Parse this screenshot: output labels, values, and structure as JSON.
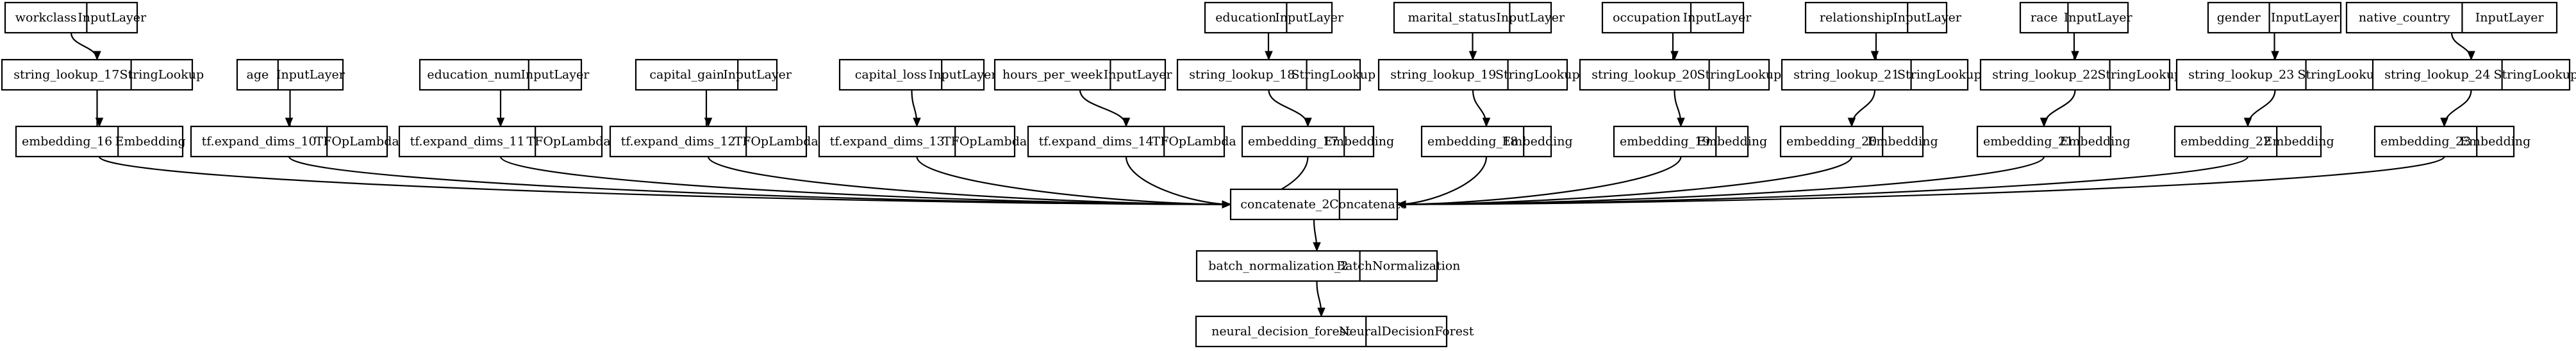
{
  "nodes": [
    {
      "id": "workclass",
      "name": "workclass",
      "type": "InputLayer"
    },
    {
      "id": "string_lookup_17",
      "name": "string_lookup_17",
      "type": "StringLookup"
    },
    {
      "id": "embedding_16",
      "name": "embedding_16",
      "type": "Embedding"
    },
    {
      "id": "age",
      "name": "age",
      "type": "InputLayer"
    },
    {
      "id": "tf_expand_dims_10",
      "name": "tf.expand_dims_10",
      "type": "TFOpLambda"
    },
    {
      "id": "education_num",
      "name": "education_num",
      "type": "InputLayer"
    },
    {
      "id": "tf_expand_dims_11",
      "name": "tf.expand_dims_11",
      "type": "TFOpLambda"
    },
    {
      "id": "capital_gain",
      "name": "capital_gain",
      "type": "InputLayer"
    },
    {
      "id": "tf_expand_dims_12",
      "name": "tf.expand_dims_12",
      "type": "TFOpLambda"
    },
    {
      "id": "capital_loss",
      "name": "capital_loss",
      "type": "InputLayer"
    },
    {
      "id": "tf_expand_dims_13",
      "name": "tf.expand_dims_13",
      "type": "TFOpLambda"
    },
    {
      "id": "hours_per_week",
      "name": "hours_per_week",
      "type": "InputLayer"
    },
    {
      "id": "tf_expand_dims_14",
      "name": "tf.expand_dims_14",
      "type": "TFOpLambda"
    },
    {
      "id": "education",
      "name": "education",
      "type": "InputLayer"
    },
    {
      "id": "string_lookup_18",
      "name": "string_lookup_18",
      "type": "StringLookup"
    },
    {
      "id": "embedding_17",
      "name": "embedding_17",
      "type": "Embedding"
    },
    {
      "id": "marital_status",
      "name": "marital_status",
      "type": "InputLayer"
    },
    {
      "id": "string_lookup_19",
      "name": "string_lookup_19",
      "type": "StringLookup"
    },
    {
      "id": "embedding_18",
      "name": "embedding_18",
      "type": "Embedding"
    },
    {
      "id": "occupation",
      "name": "occupation",
      "type": "InputLayer"
    },
    {
      "id": "string_lookup_20",
      "name": "string_lookup_20",
      "type": "StringLookup"
    },
    {
      "id": "embedding_19",
      "name": "embedding_19",
      "type": "Embedding"
    },
    {
      "id": "relationship",
      "name": "relationship",
      "type": "InputLayer"
    },
    {
      "id": "string_lookup_21",
      "name": "string_lookup_21",
      "type": "StringLookup"
    },
    {
      "id": "embedding_20",
      "name": "embedding_20",
      "type": "Embedding"
    },
    {
      "id": "race",
      "name": "race",
      "type": "InputLayer"
    },
    {
      "id": "string_lookup_22",
      "name": "string_lookup_22",
      "type": "StringLookup"
    },
    {
      "id": "embedding_21",
      "name": "embedding_21",
      "type": "Embedding"
    },
    {
      "id": "gender",
      "name": "gender",
      "type": "InputLayer"
    },
    {
      "id": "string_lookup_23",
      "name": "string_lookup_23",
      "type": "StringLookup"
    },
    {
      "id": "embedding_22",
      "name": "embedding_22",
      "type": "Embedding"
    },
    {
      "id": "native_country",
      "name": "native_country",
      "type": "InputLayer"
    },
    {
      "id": "string_lookup_24",
      "name": "string_lookup_24",
      "type": "StringLookup"
    },
    {
      "id": "embedding_23",
      "name": "embedding_23",
      "type": "Embedding"
    },
    {
      "id": "concatenate_2",
      "name": "concatenate_2",
      "type": "Concatenate"
    },
    {
      "id": "batch_normalization_2",
      "name": "batch_normalization_2",
      "type": "BatchNormalization"
    },
    {
      "id": "neural_decision_forest",
      "name": "neural_decision_forest",
      "type": "NeuralDecisionForest"
    }
  ],
  "edges": [
    [
      "workclass",
      "string_lookup_17"
    ],
    [
      "string_lookup_17",
      "embedding_16"
    ],
    [
      "age",
      "tf_expand_dims_10"
    ],
    [
      "education_num",
      "tf_expand_dims_11"
    ],
    [
      "capital_gain",
      "tf_expand_dims_12"
    ],
    [
      "capital_loss",
      "tf_expand_dims_13"
    ],
    [
      "hours_per_week",
      "tf_expand_dims_14"
    ],
    [
      "education",
      "string_lookup_18"
    ],
    [
      "string_lookup_18",
      "embedding_17"
    ],
    [
      "marital_status",
      "string_lookup_19"
    ],
    [
      "string_lookup_19",
      "embedding_18"
    ],
    [
      "occupation",
      "string_lookup_20"
    ],
    [
      "string_lookup_20",
      "embedding_19"
    ],
    [
      "relationship",
      "string_lookup_21"
    ],
    [
      "string_lookup_21",
      "embedding_20"
    ],
    [
      "race",
      "string_lookup_22"
    ],
    [
      "string_lookup_22",
      "embedding_21"
    ],
    [
      "gender",
      "string_lookup_23"
    ],
    [
      "string_lookup_23",
      "embedding_22"
    ],
    [
      "native_country",
      "string_lookup_24"
    ],
    [
      "string_lookup_24",
      "embedding_23"
    ],
    [
      "embedding_16",
      "concatenate_2"
    ],
    [
      "tf_expand_dims_10",
      "concatenate_2"
    ],
    [
      "tf_expand_dims_11",
      "concatenate_2"
    ],
    [
      "tf_expand_dims_12",
      "concatenate_2"
    ],
    [
      "tf_expand_dims_13",
      "concatenate_2"
    ],
    [
      "tf_expand_dims_14",
      "concatenate_2"
    ],
    [
      "embedding_17",
      "concatenate_2"
    ],
    [
      "embedding_18",
      "concatenate_2"
    ],
    [
      "embedding_19",
      "concatenate_2"
    ],
    [
      "embedding_20",
      "concatenate_2"
    ],
    [
      "embedding_21",
      "concatenate_2"
    ],
    [
      "embedding_22",
      "concatenate_2"
    ],
    [
      "embedding_23",
      "concatenate_2"
    ],
    [
      "concatenate_2",
      "batch_normalization_2"
    ],
    [
      "batch_normalization_2",
      "neural_decision_forest"
    ]
  ]
}
